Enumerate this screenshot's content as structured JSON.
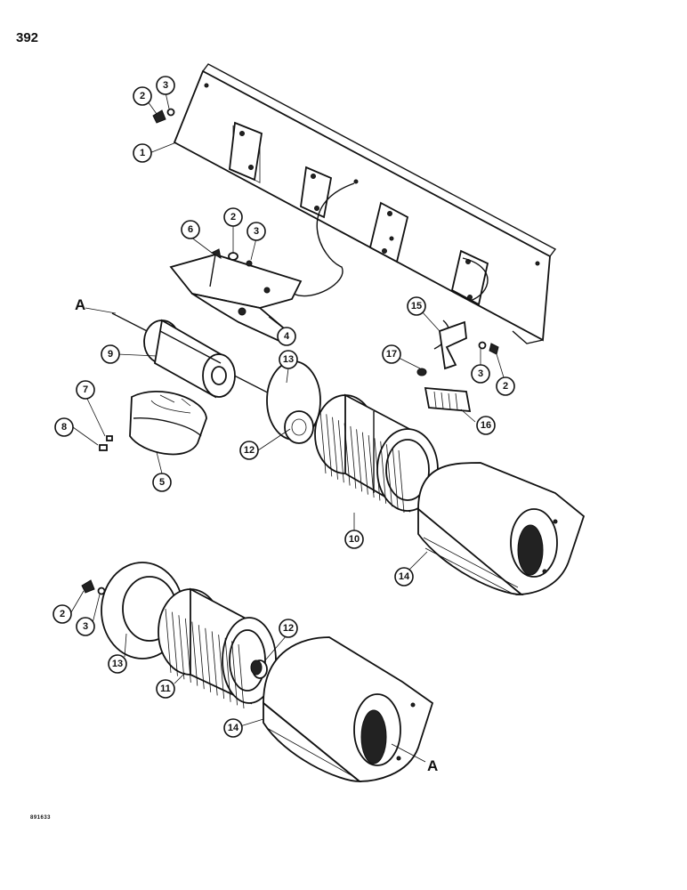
{
  "page_number": "392",
  "figure_code": "891633",
  "callouts": [
    {
      "label": "1"
    },
    {
      "label": "2"
    },
    {
      "label": "3"
    },
    {
      "label": "2"
    },
    {
      "label": "3"
    },
    {
      "label": "6"
    },
    {
      "label": "4"
    },
    {
      "label": "9"
    },
    {
      "label": "7"
    },
    {
      "label": "8"
    },
    {
      "label": "5"
    },
    {
      "label": "13"
    },
    {
      "label": "12"
    },
    {
      "label": "10"
    },
    {
      "label": "14"
    },
    {
      "label": "15"
    },
    {
      "label": "17"
    },
    {
      "label": "3"
    },
    {
      "label": "2"
    },
    {
      "label": "16"
    },
    {
      "label": "2"
    },
    {
      "label": "3"
    },
    {
      "label": "13"
    },
    {
      "label": "11"
    },
    {
      "label": "12"
    },
    {
      "label": "14"
    }
  ],
  "reference_labels": [
    {
      "label": "A"
    },
    {
      "label": "A"
    }
  ]
}
